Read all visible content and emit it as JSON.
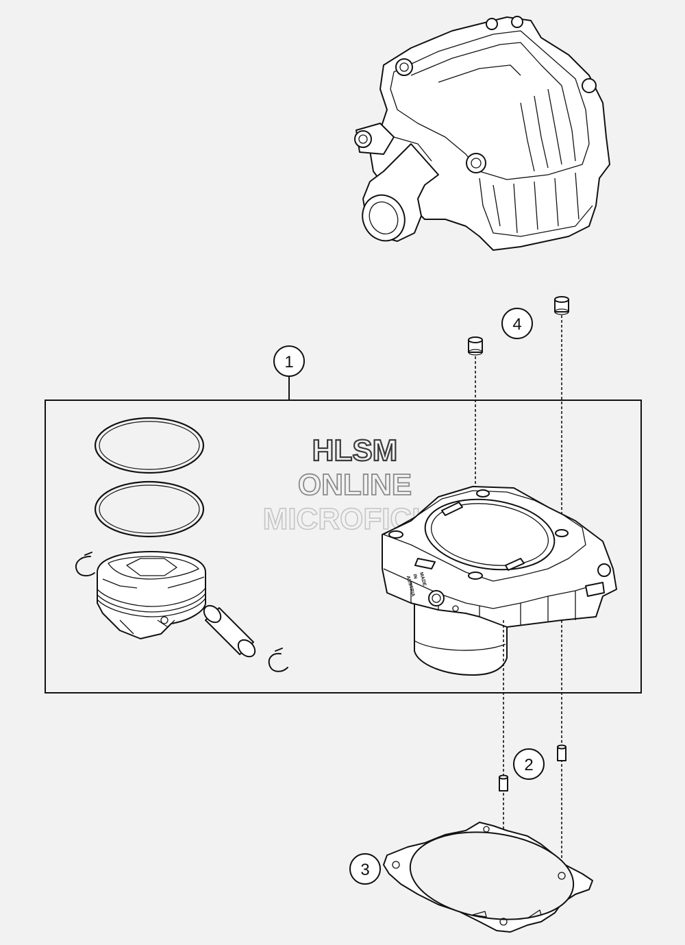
{
  "callouts": [
    {
      "id": "callout-1",
      "label": "1"
    },
    {
      "id": "callout-2",
      "label": "2"
    },
    {
      "id": "callout-3",
      "label": "3"
    },
    {
      "id": "callout-4",
      "label": "4"
    }
  ],
  "watermark": {
    "line1": "HLSM",
    "line2": "ONLINE",
    "line3": "MICROFICHE",
    "color1": "#3a3a3a",
    "color2": "#8a8a8a",
    "color3": "#c4c4c4"
  },
  "cylinder_stamp": {
    "line1": "MADE",
    "line2": "IN",
    "line3": "AUSTRIA"
  },
  "colors": {
    "background": "#f2f2f2",
    "line": "#111111",
    "part_fill": "#ffffff"
  }
}
